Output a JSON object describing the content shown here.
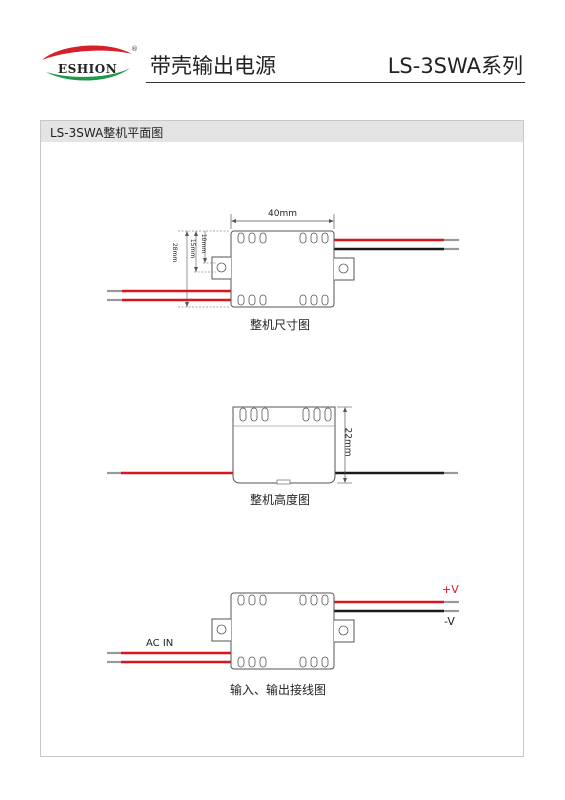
{
  "header": {
    "brand": "ESHION",
    "registered": "®",
    "title": "带壳输出电源",
    "series": "LS-3SWA系列"
  },
  "section": {
    "title": "LS-3SWA整机平面图"
  },
  "diagrams": {
    "dimension": {
      "caption": "整机尺寸图",
      "width_label": "40mm",
      "dim_28": "28mm",
      "dim_15": "15mm",
      "dim_10": "10mm"
    },
    "height": {
      "caption": "整机高度图",
      "height_label": "22mm"
    },
    "wiring": {
      "caption": "输入、输出接线图",
      "ac_in": "AC IN",
      "plus_v": "+V",
      "minus_v": "-V"
    }
  },
  "colors": {
    "wire_red": "#d9161b",
    "wire_black": "#1a1a1a",
    "logo_red": "#d6202a",
    "logo_green": "#1f9a48",
    "outline": "#555555"
  }
}
